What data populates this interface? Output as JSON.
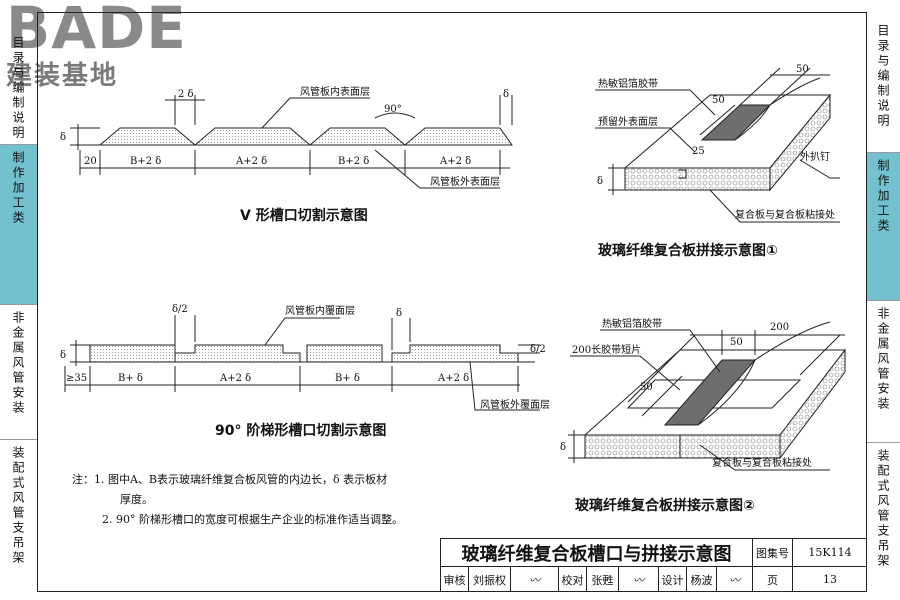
{
  "logo": {
    "brand": "BADE",
    "subtitle": "建装基地"
  },
  "left_sections": [
    {
      "label": "目录与编制说明",
      "active": false
    },
    {
      "label": "制作加工类",
      "active": true
    },
    {
      "label": "非金属风管安装",
      "active": false
    },
    {
      "label": "装配式风管支吊架",
      "active": false
    }
  ],
  "right_sections": [
    {
      "label": "目录与编制说明",
      "active": false
    },
    {
      "label": "制作加工类",
      "active": true
    },
    {
      "label": "非金属风管安装",
      "active": false
    },
    {
      "label": "装配式风管支吊架",
      "active": false
    }
  ],
  "fig1": {
    "caption": "V 形槽口切割示意图",
    "label_inner": "风管板内表面层",
    "label_outer": "风管板外表面层",
    "dim_2d": "2 δ",
    "angle": "90°",
    "delta": "δ",
    "dims": [
      "20",
      "B+2 δ",
      "A+2 δ",
      "B+2 δ",
      "A+2 δ"
    ]
  },
  "fig2": {
    "caption": "90° 阶梯形槽口切割示意图",
    "label_inner": "风管板内覆面层",
    "label_outer": "风管板外覆面层",
    "half": "δ/2",
    "delta": "δ",
    "dims": [
      "≥35",
      "B+ δ",
      "A+2 δ",
      "B+ δ",
      "A+2 δ"
    ]
  },
  "fig3": {
    "caption": "玻璃纤维复合板拼接示意图①",
    "tape": "热敏铝箔胶带",
    "outer": "预留外表面层",
    "nail": "外扒钉",
    "joint": "复合板与复合板粘接处",
    "d50a": "50",
    "d50b": "50",
    "d25": "25",
    "delta": "δ"
  },
  "fig4": {
    "caption": "玻璃纤维复合板拼接示意图②",
    "tape": "热敏铝箔胶带",
    "strip": "200长胶带短片",
    "joint": "复合板与复合板粘接处",
    "d200": "200",
    "d50a": "50",
    "d50b": "50",
    "delta": "δ"
  },
  "notes": [
    "注：1. 图中A、B表示玻璃纤维复合板风管的内边长，δ 表示板材",
    "厚度。",
    "2. 90° 阶梯形槽口的宽度可根据生产企业的标准作适当调整。"
  ],
  "title_block": {
    "title": "玻璃纤维复合板槽口与拼接示意图",
    "atlas_label": "图集号",
    "atlas_no": "15K114",
    "review": "审核",
    "reviewer": "刘振权",
    "check": "校对",
    "checker": "张甦",
    "design": "设计",
    "designer": "杨波",
    "page_label": "页",
    "page_no": "13"
  }
}
